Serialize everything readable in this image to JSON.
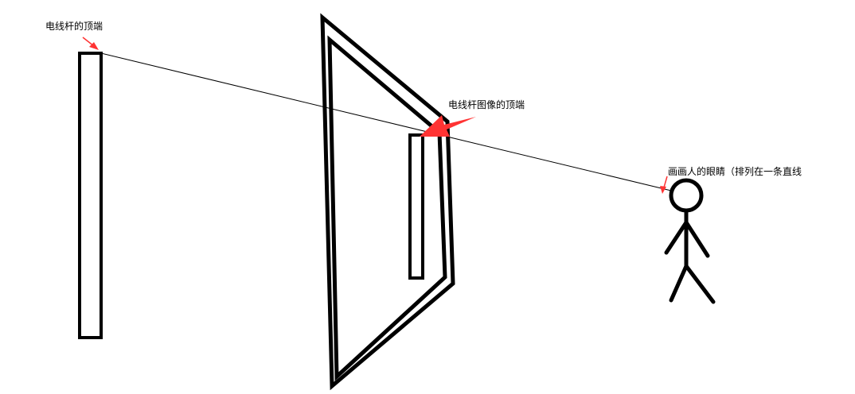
{
  "labels": {
    "pole_top": "电线杆的顶端",
    "pole_image_top": "电线杆图像的顶端",
    "painter_eye": "画画人的眼睛（排列在一条直线"
  },
  "colors": {
    "ink": "#000000",
    "arrow": "#ff3333",
    "background": "#ffffff"
  },
  "elements": {
    "pole": "utility-pole",
    "picture_frame": "picture-frame",
    "pole_image": "pole-image",
    "sight_line": "line-of-sight",
    "person": "stick-figure-person"
  }
}
